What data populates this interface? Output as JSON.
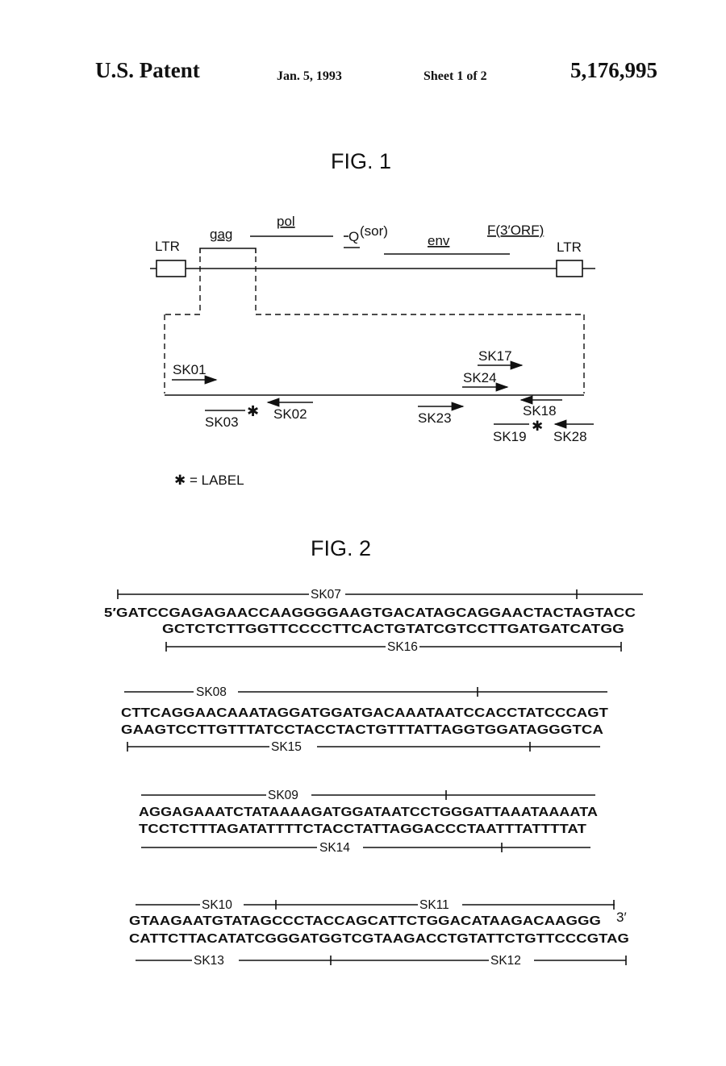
{
  "header": {
    "title": "U.S. Patent",
    "date": "Jan. 5, 1993",
    "sheet": "Sheet 1 of 2",
    "patent_number": "5,176,995"
  },
  "fig1": {
    "title": "FIG. 1",
    "genes": {
      "ltr_left": "LTR",
      "gag": "gag",
      "pol": "pol",
      "q": "Q",
      "sor": "(sor)",
      "env": "env",
      "f": "F(3′ORF)",
      "ltr_right": "LTR"
    },
    "primers": {
      "sk01": "SK01",
      "sk17": "SK17",
      "sk24": "SK24",
      "sk03": "SK03",
      "sk02": "SK02",
      "sk23": "SK23",
      "sk18": "SK18",
      "sk19": "SK19",
      "sk28": "SK28"
    },
    "legend": "✱ = LABEL"
  },
  "fig2": {
    "title": "FIG. 2",
    "block1": {
      "top_label": "SK07",
      "line1": "5′GATCCGAGAGAACCAAGGGGAAGTGACATAGCAGGAACTACTAGTACC",
      "line2": "GCTCTCTTGGTTCCCCTTCACTGTATCGTCCTTGATGATCATGG",
      "bottom_label": "SK16"
    },
    "block2": {
      "top_label": "SK08",
      "line1": "CTTCAGGAACAAATAGGATGGATGACAAATAATCCACCTATCCCAGT",
      "line2": "GAAGTCCTTGTTTATCCTACCTACTGTTTATTAGGTGGATAGGGTCA",
      "bottom_label": "SK15"
    },
    "block3": {
      "top_label": "SK09",
      "line1": "AGGAGAAATCTATAAAAGATGGATAATCCTGGGATTAAATAAAATA",
      "line2": "TCCTCTTTAGATATTTTCTACCTATTAGGACCCTAATTTATTTTAT",
      "bottom_label": "SK14"
    },
    "block4": {
      "top_label_a": "SK10",
      "top_label_b": "SK11",
      "line1": "GTAAGAATGTATAGCCCTACCAGCATTCTGGACATAAGACAAGGG",
      "three_prime": "3′",
      "line2": "CATTCTTACATATCGGGATGGTCGTAAGACCTGTATTCTGTTCCCGTAG",
      "bottom_label_a": "SK13",
      "bottom_label_b": "SK12"
    }
  }
}
